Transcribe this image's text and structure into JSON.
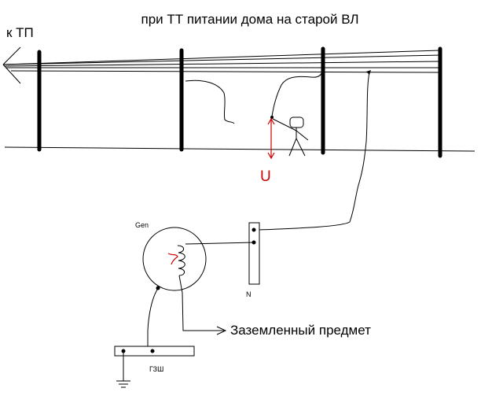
{
  "title": "при ТТ питании дома на старой ВЛ",
  "labels": {
    "to_substation": "к ТП",
    "voltage": "U",
    "generator": "Gen",
    "neutral": "N",
    "grounded_object": "Заземленный предмет",
    "ground_bus": "ГЗШ"
  },
  "colors": {
    "line": "#000000",
    "voltage_arrow": "#cc0000"
  }
}
